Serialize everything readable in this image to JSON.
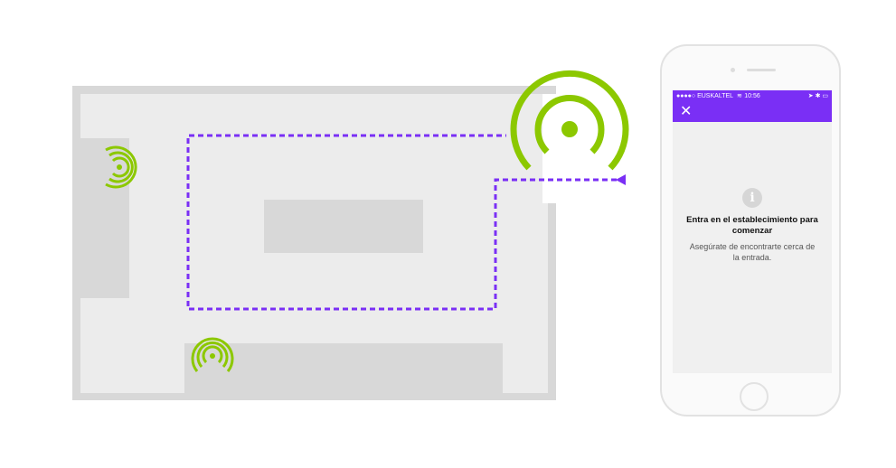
{
  "status_bar": {
    "carrier": "●●●●○ EUSKALTEL",
    "wifi_icon": "wifi-icon",
    "time": "10:56",
    "right": "➤ ✱ ▭"
  },
  "nav": {
    "close": "✕"
  },
  "message": {
    "icon": "i",
    "title": "Entra en el establecimiento para comenzar",
    "subtitle": "Asegúrate de encontrarte cerca de la entrada."
  },
  "colors": {
    "accent": "#7a2ff5",
    "beacon": "#8cc800"
  }
}
